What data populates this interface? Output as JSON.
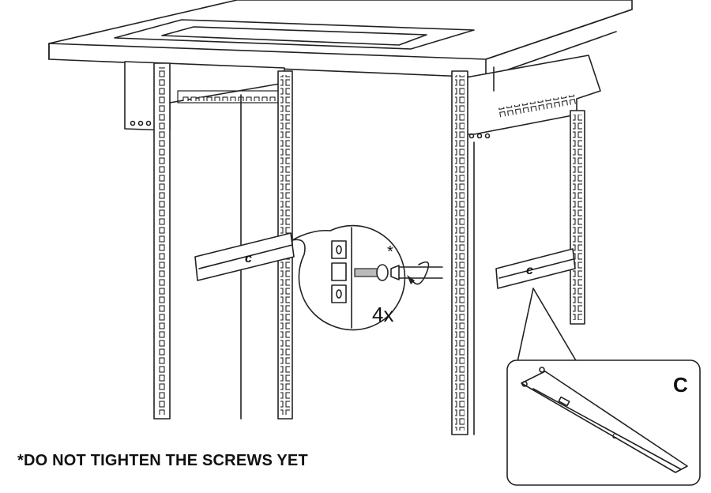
{
  "diagram": {
    "note": "*DO NOT TIGHTEN THE SCREWS YET",
    "part_label": "C",
    "bracket_label": "c",
    "screw_count": "4x",
    "asterisk": "*"
  }
}
